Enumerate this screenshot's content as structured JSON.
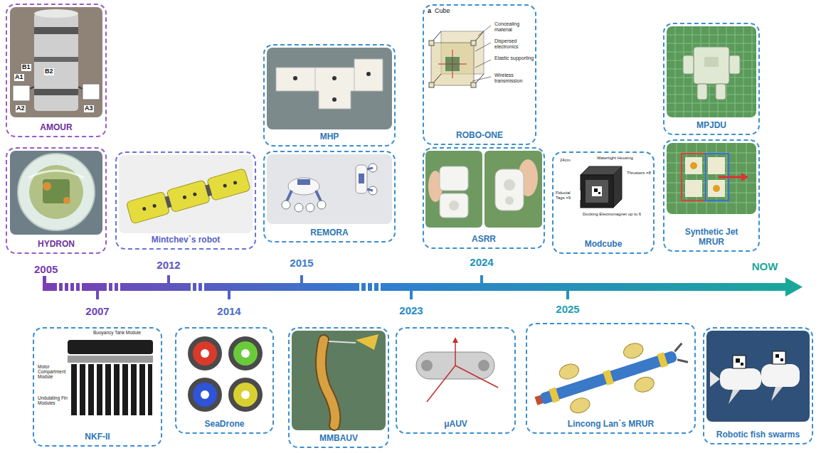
{
  "diagram": {
    "nodes": [
      {
        "text": [
          "AMOUR"
        ]
      },
      {
        "text": [
          "HYDRON"
        ]
      },
      {
        "text": [
          "Mintchev`s robot"
        ]
      },
      {
        "text": [
          "MHP"
        ]
      },
      {
        "text": [
          "REMORA"
        ]
      },
      {
        "text": [
          "ROBO-ONE"
        ]
      },
      {
        "text": [
          "ASRR"
        ]
      },
      {
        "text": [
          "Modcube"
        ]
      },
      {
        "text": [
          "MPJDU"
        ]
      },
      {
        "text": [
          "Synthetic Jet MRUR"
        ]
      },
      {
        "text": [
          "NKF-II"
        ]
      },
      {
        "text": [
          "SeaDrone"
        ]
      },
      {
        "text": [
          "MMBAUV"
        ]
      },
      {
        "text": [
          "μAUV"
        ]
      },
      {
        "text": [
          "Lincong Lan`s MRUR"
        ]
      },
      {
        "text": [
          "Robotic fish swarms"
        ]
      }
    ],
    "labels": [
      "2005",
      "2012",
      "2015",
      "2024",
      "NOW",
      "2007",
      "2014",
      "2023",
      "2025",
      "a",
      "Cube",
      "Concealing material",
      "Dispersed electronics",
      "Elastic supporting",
      "Wireless transmission",
      "24cm",
      "Watertight Housing",
      "Thrusters ×8",
      "Fiducial Tags ×9",
      "Docking Electromagnet up to 6",
      "Buoyancy Tank Module",
      "Motor Compartment Module",
      "Undulating Fin Modules",
      "B1",
      "A1",
      "B2",
      "A2",
      "A3"
    ]
  }
}
